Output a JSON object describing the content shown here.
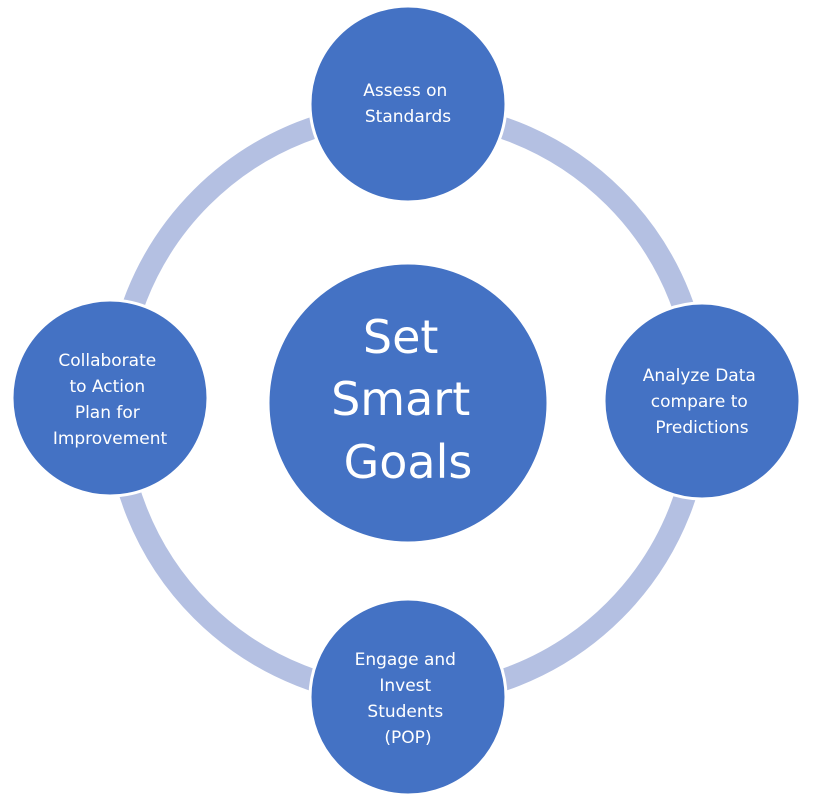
{
  "diagram": {
    "center": {
      "lines": [
        "Set",
        "Smart",
        "Goals"
      ]
    },
    "nodes": [
      {
        "id": "top",
        "lines": [
          "Assess on",
          "Standards"
        ]
      },
      {
        "id": "right",
        "lines": [
          "Analyze Data",
          "compare to",
          "Predictions"
        ]
      },
      {
        "id": "bottom",
        "lines": [
          "Engage and",
          "Invest",
          "Students",
          "(POP)"
        ]
      },
      {
        "id": "left",
        "lines": [
          "Collaborate",
          "to Action",
          "Plan for",
          "Improvement"
        ]
      }
    ]
  },
  "colors": {
    "node_fill": "#4472C4",
    "node_stroke": "#ffffff",
    "ring": "#B4C0E2",
    "text": "#ffffff"
  }
}
